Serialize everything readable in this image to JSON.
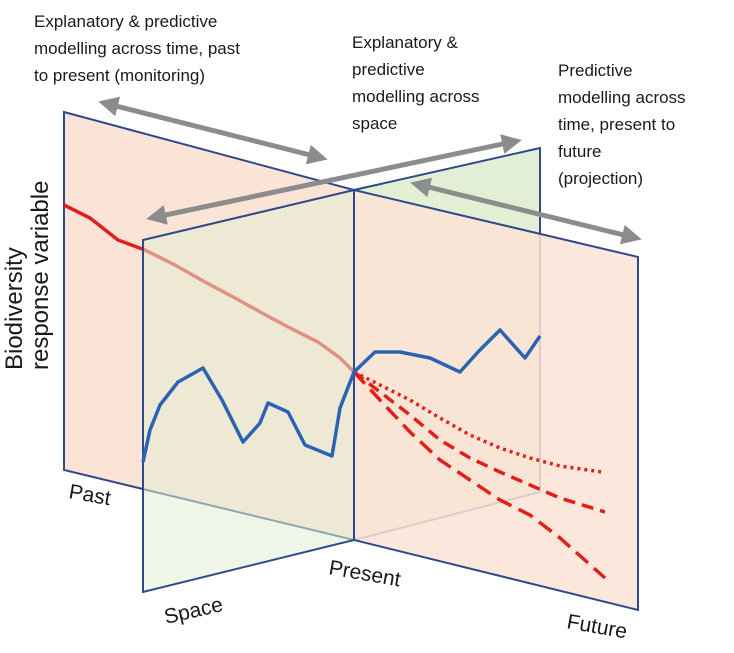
{
  "annotations": {
    "past": [
      "Explanatory & predictive",
      "modelling across time, past",
      "to present (monitoring)"
    ],
    "space": [
      "Explanatory &",
      "predictive",
      "modelling across",
      "space"
    ],
    "future": [
      "Predictive",
      "modelling across",
      "time, present to",
      "future",
      "(projection)"
    ]
  },
  "axes": {
    "y_label_line1": "Biodiversity",
    "y_label_line2": "response variable",
    "past": "Past",
    "present": "Present",
    "future": "Future",
    "space": "Space"
  },
  "colors": {
    "plane_border": "#2e4a8c",
    "time_plane_fill": "#fbe3d6",
    "space_plane_fill": "#e2efd4",
    "red_series": "#e0201b",
    "blue_series": "#2a63b5",
    "arrow": "#8c8c8c"
  }
}
